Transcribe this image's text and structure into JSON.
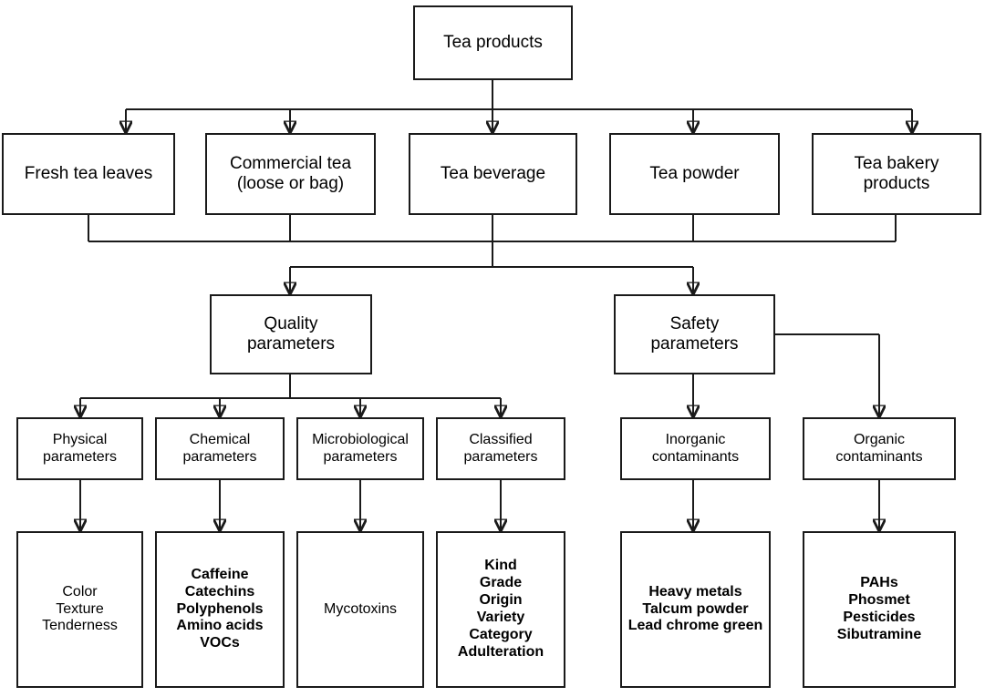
{
  "diagram": {
    "title": "Tea products classification and parameters flowchart",
    "type": "flowchart",
    "orientation": "top-down",
    "colors": {
      "line": "#1a1a1a",
      "box_border": "#1a1a1a",
      "background": "#ffffff",
      "text": "#000000"
    }
  },
  "root": {
    "label": "Tea products"
  },
  "products": [
    {
      "id": "fresh-tea-leaves",
      "label": "Fresh tea leaves"
    },
    {
      "id": "commercial-tea",
      "label": "Commercial tea\n(loose or bag)"
    },
    {
      "id": "tea-beverage",
      "label": "Tea beverage"
    },
    {
      "id": "tea-powder",
      "label": "Tea powder"
    },
    {
      "id": "tea-bakery-products",
      "label": "Tea bakery\nproducts"
    }
  ],
  "parameter_groups": [
    {
      "id": "quality-parameters",
      "label": "Quality\nparameters"
    },
    {
      "id": "safety-parameters",
      "label": "Safety\nparameters"
    }
  ],
  "quality_subgroups": [
    {
      "id": "physical-parameters",
      "label": "Physical\nparameters",
      "leaf": "Color\nTexture\nTenderness"
    },
    {
      "id": "chemical-parameters",
      "label": "Chemical\nparameters",
      "leaf": "Caffeine\nCatechins\nPolyphenols\nAmino acids\nVOCs"
    },
    {
      "id": "microbiological-parameters",
      "label": "Microbiological\nparameters",
      "leaf": "Mycotoxins"
    },
    {
      "id": "classified-parameters",
      "label": "Classified\nparameters",
      "leaf": "Kind\nGrade\nOrigin\nVariety\nCategory\nAdulteration"
    }
  ],
  "safety_subgroups": [
    {
      "id": "inorganic-contaminants",
      "label": "Inorganic\ncontaminants",
      "leaf": "Heavy metals\nTalcum powder\nLead chrome green"
    },
    {
      "id": "organic-contaminants",
      "label": "Organic\ncontaminants",
      "leaf": "PAHs\nPhosmet\nPesticides\nSibutramine"
    }
  ],
  "leaves": {
    "physical": "Color\nTexture\nTenderness",
    "chemical": "Caffeine\nCatechins\nPolyphenols\nAmino acids\nVOCs",
    "microbiological": "Mycotoxins",
    "classified": "Kind\nGrade\nOrigin\nVariety\nCategory\nAdulteration",
    "inorganic": "Heavy metals\nTalcum powder\nLead chrome green",
    "organic": "PAHs\nPhosmet\nPesticides\nSibutramine"
  }
}
